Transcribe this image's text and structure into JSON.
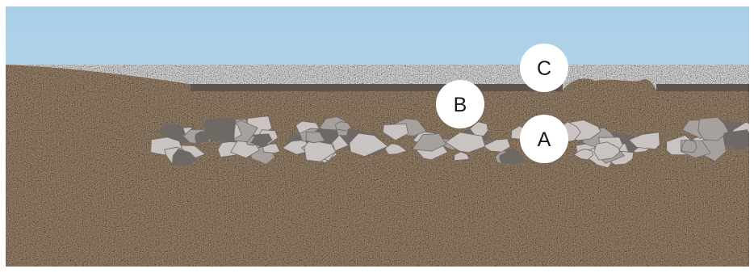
{
  "diagram": {
    "labels": {
      "a": "A",
      "b": "B",
      "c": "C"
    },
    "colors": {
      "sky_top": "#a9cfe7",
      "sky_bottom": "#c7e2f2",
      "soil": "#b49a7e",
      "soil_dark": "#8a7258",
      "rock_light": "#c9c4c1",
      "rock_mid": "#a7a19d",
      "rock_dark": "#6f6966",
      "liner": "#5d5350",
      "marker_fill": "#ffffff",
      "marker_text": "#1a1a1a"
    }
  }
}
